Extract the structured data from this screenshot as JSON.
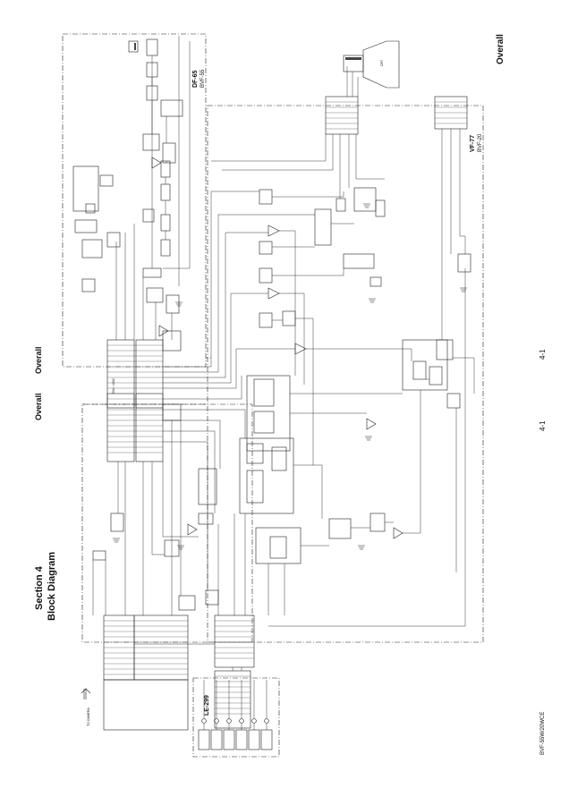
{
  "page": {
    "section_label": "Section 4",
    "section_title": "Block Diagram",
    "overall_label": "Overall",
    "page_number": "4-1",
    "doc_code": "BVF-55W/20WCE"
  },
  "diagram": {
    "boards": [
      "DF-65",
      "BVF-55",
      "VF-77",
      "BVF-20",
      "LE-299"
    ],
    "connector_label": "CN1 / CN2",
    "crt_label": "CRT",
    "camera_label": "TO CAMERA"
  }
}
